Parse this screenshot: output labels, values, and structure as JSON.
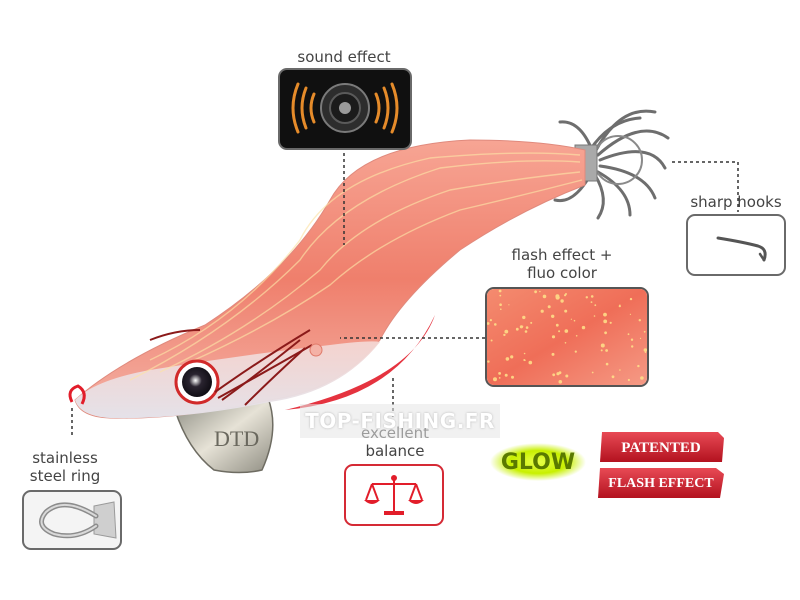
{
  "callouts": {
    "sound_effect": "sound effect",
    "sharp_hooks": "sharp hooks",
    "flash_effect_line1": "flash effect +",
    "flash_effect_line2": "fluo color",
    "excellent_balance_line1": "excellent",
    "excellent_balance_line2": "balance",
    "stainless_line1": "stainless",
    "stainless_line2": "steel ring"
  },
  "watermark": "TOP-FISHING.FR",
  "keel_marking": "DTD",
  "badges": {
    "glow": "GLOW",
    "patented": "PATENTED",
    "flash_effect": "FLASH EFFECT"
  },
  "colors": {
    "lure_body": "#f28a78",
    "lure_belly": "#e8e8ee",
    "accent_red": "#e21d2a",
    "glow": "#c8f000",
    "callout_border": "#6a6a6a"
  },
  "icons": {
    "sound": "speaker-icon",
    "balance": "scales-icon",
    "hook": "hook-icon",
    "ring": "steel-ring-icon"
  }
}
